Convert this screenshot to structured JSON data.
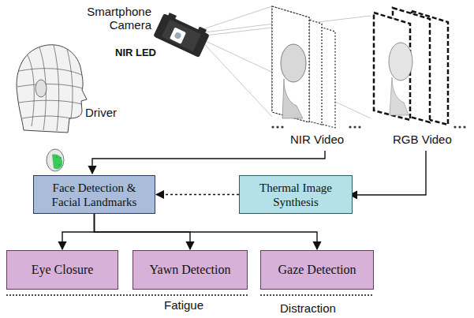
{
  "diagram": {
    "nodes": [
      {
        "text": [
          "Face Detection & Facial Landmarks"
        ]
      },
      {
        "text": [
          "Thermal Image Synthesis"
        ]
      },
      {
        "text": [
          "Eye Closure"
        ]
      },
      {
        "text": [
          "Yawn Detection"
        ]
      },
      {
        "text": [
          "Gaze Detection"
        ]
      }
    ],
    "edges": [
      {
        "from": 1,
        "to": 0,
        "arrow": "to"
      },
      {
        "from": 0,
        "to": 2,
        "arrow": "to"
      },
      {
        "from": 0,
        "to": 3,
        "arrow": "to"
      },
      {
        "from": 0,
        "to": 4,
        "arrow": "to"
      }
    ],
    "labels": [
      "Smartphone Camera",
      "NIR LED",
      "Driver",
      "NIR Video",
      "RGB Video",
      "Fatigue",
      "Distraction"
    ]
  }
}
